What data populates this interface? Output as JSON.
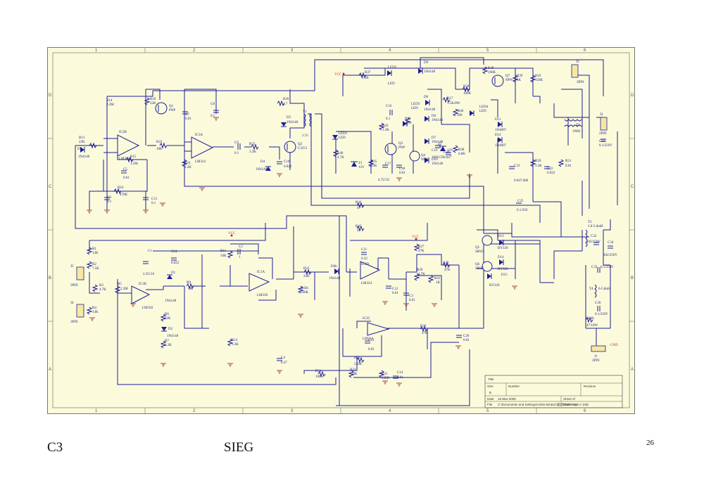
{
  "footer": {
    "left": "C3",
    "center": "SIEG",
    "page": "26"
  },
  "zones": {
    "cols": [
      "1",
      "2",
      "3",
      "4",
      "5",
      "6"
    ],
    "rows": [
      "D",
      "C",
      "B",
      "A"
    ]
  },
  "power": {
    "vcc": "VCC",
    "gnd": "GND"
  },
  "ics": {
    "ic2b": {
      "ref": "IC2B",
      "part": "LM324"
    },
    "ic3a": {
      "ref": "IC3A",
      "part": "LM324"
    },
    "ic1b": {
      "ref": "IC1B",
      "part": "LM358"
    },
    "ic1a": {
      "ref": "IC1A",
      "part": "LM358"
    },
    "ic2d": {
      "ref": "IC2D",
      "part": "LM324"
    },
    "ic2c": {
      "ref": "IC2C",
      "part": "LM324"
    }
  },
  "transistors": [
    {
      "ref": "Q1",
      "type": "PNP"
    },
    {
      "ref": "Q2",
      "type": "C3551"
    },
    {
      "ref": "Q3",
      "type": "PNP"
    },
    {
      "ref": "Q4",
      "type": "9638"
    },
    {
      "ref": "Q7",
      "type": "NPN"
    },
    {
      "ref": "Q5",
      "type": "S8025"
    },
    {
      "ref": "Q6",
      "type": "S8025"
    }
  ],
  "connectors": [
    {
      "ref": "J3",
      "part": "2PIN"
    },
    {
      "ref": "J2",
      "part": "2PIN"
    },
    {
      "ref": "J5",
      "part": "3PIN"
    },
    {
      "ref": "J4",
      "part": "3PIN"
    },
    {
      "ref": "J1",
      "part": "2PIN"
    }
  ],
  "transformers": [
    {
      "ref": "T1",
      "value": "1:15"
    },
    {
      "ref": "T2",
      "value": "1N60"
    },
    {
      "ref": "T3",
      "value": "2.0-5.0mH"
    },
    {
      "ref": "T4",
      "value": "0-5.8mH"
    }
  ],
  "diodes": [
    {
      "ref": "D3",
      "part": "1N4148"
    },
    {
      "ref": "D5",
      "part": "1N4148"
    },
    {
      "ref": "D4",
      "part": "1N4148"
    },
    {
      "ref": "D9",
      "part": "1N4148"
    },
    {
      "ref": "D8",
      "part": "1N4148"
    },
    {
      "ref": "D6",
      "part": "1N4148"
    },
    {
      "ref": "D7",
      "part": "1N4148"
    },
    {
      "ref": "D10",
      "part": "1N4148"
    },
    {
      "ref": "D11",
      "part": "1N4007"
    },
    {
      "ref": "D12",
      "part": "1N4007"
    },
    {
      "ref": "D13",
      "part": "BY329"
    },
    {
      "ref": "D14",
      "part": "BY329"
    },
    {
      "ref": "D15",
      "part": "BY329"
    },
    {
      "ref": "D1",
      "part": "1N4148"
    },
    {
      "ref": "D2",
      "part": "1N4148"
    },
    {
      "ref": "D6b",
      "part": "1N4148"
    },
    {
      "ref": "Z1",
      "part": "12V"
    },
    {
      "ref": "Z2",
      "part": "12V"
    }
  ],
  "leds": [
    {
      "ref": "LED2",
      "part": "LED"
    },
    {
      "ref": "LED1",
      "part": "LED"
    },
    {
      "ref": "LED3",
      "part": "LED"
    },
    {
      "ref": "LED4",
      "part": "LED"
    }
  ],
  "resistors": [
    {
      "ref": "R14",
      "value": "2.2M"
    },
    {
      "ref": "R18",
      "value": "22K"
    },
    {
      "ref": "R13",
      "value": "22K"
    },
    {
      "ref": "R15",
      "value": "1.5M"
    },
    {
      "ref": "R22",
      "value": "10K"
    },
    {
      "ref": "R24",
      "value": "2.2K"
    },
    {
      "ref": "R26",
      "value": "4.7"
    },
    {
      "ref": "R25",
      "value": "3.3K"
    },
    {
      "ref": "R16",
      "value": "470K"
    },
    {
      "ref": "R37",
      "value": "1.5K"
    },
    {
      "ref": "R43",
      "value": "3.3K"
    },
    {
      "ref": "R40",
      "value": "4.7K"
    },
    {
      "ref": "R35",
      "value": "22K"
    },
    {
      "ref": "R44",
      "value": "100"
    },
    {
      "ref": "R17",
      "value": "1.5K/8W"
    },
    {
      "ref": "R50",
      "value": "100K"
    },
    {
      "ref": "R49",
      "value": "100K"
    },
    {
      "ref": "R39",
      "value": "1K"
    },
    {
      "ref": "R19",
      "value": "150K"
    },
    {
      "ref": "R46",
      "value": "200"
    },
    {
      "ref": "R38",
      "value": "6.8K"
    },
    {
      "ref": "R20",
      "value": "3.3K"
    },
    {
      "ref": "R21",
      "value": "0.01"
    },
    {
      "ref": "R42",
      "value": "47"
    },
    {
      "ref": "R45",
      "value": "47"
    },
    {
      "ref": "R1",
      "value": "13K"
    },
    {
      "ref": "R2",
      "value": "7.5K"
    },
    {
      "ref": "R3",
      "value": "4.7K"
    },
    {
      "ref": "R4",
      "value": "13K"
    },
    {
      "ref": "R5",
      "value": "2.2M"
    },
    {
      "ref": "R9",
      "value": "1M"
    },
    {
      "ref": "R11",
      "value": "56K"
    },
    {
      "ref": "R6",
      "value": "22K"
    },
    {
      "ref": "R7",
      "value": "3.3K"
    },
    {
      "ref": "R12",
      "value": "3.3K"
    },
    {
      "ref": "R23",
      "value": "22K"
    },
    {
      "ref": "R43b",
      "value": "560K"
    },
    {
      "ref": "R27",
      "value": "47K"
    },
    {
      "ref": "R29",
      "value": "4.7K"
    },
    {
      "ref": "R28",
      "value": "47K"
    },
    {
      "ref": "R41",
      "value": "1K"
    },
    {
      "ref": "R30",
      "value": "47K"
    },
    {
      "ref": "R32",
      "value": "2.2M"
    },
    {
      "ref": "R33",
      "value": "10K"
    },
    {
      "ref": "R34",
      "value": "100K"
    },
    {
      "ref": "R31",
      "value": "200K"
    },
    {
      "ref": "R44b",
      "value": "47/10W"
    }
  ],
  "capacitors": [
    {
      "ref": "C7",
      "value": "0.01"
    },
    {
      "ref": "C8",
      "value": "0.1"
    },
    {
      "ref": "C9",
      "value": "0.1"
    },
    {
      "ref": "C10",
      "value": "0.022"
    },
    {
      "ref": "C5",
      "value": "0.01"
    },
    {
      "ref": "C6",
      "value": "0.1"
    },
    {
      "ref": "C15",
      "value": "0.1"
    },
    {
      "ref": "C16",
      "value": "0.1"
    },
    {
      "ref": "C17",
      "value": "4.7U/35"
    },
    {
      "ref": "C18",
      "value": "0.01"
    },
    {
      "ref": "C19",
      "value": "100U/35"
    },
    {
      "ref": "C20",
      "value": "0.047"
    },
    {
      "ref": "C21",
      "value": "0.1/250V"
    },
    {
      "ref": "C22",
      "value": "0.022"
    },
    {
      "ref": "C23",
      "value": "0.047/400"
    },
    {
      "ref": "C25",
      "value": "0.1/250"
    },
    {
      "ref": "C1",
      "value": "2.2U/16"
    },
    {
      "ref": "C24",
      "value": "0.022"
    },
    {
      "ref": "C2",
      "value": "1"
    },
    {
      "ref": "C11",
      "value": "0.33"
    },
    {
      "ref": "C12",
      "value": "0.01"
    },
    {
      "ref": "C3",
      "value": "0.01"
    },
    {
      "ref": "C26",
      "value": "0.01"
    },
    {
      "ref": "C13",
      "value": "0.01"
    },
    {
      "ref": "C14",
      "value": "0.01"
    },
    {
      "ref": "C4",
      "value": "0.47"
    },
    {
      "ref": "C32",
      "value": "102/250V"
    },
    {
      "ref": "C33",
      "value": "0.1/250V"
    },
    {
      "ref": "C34",
      "value": "102/250V"
    },
    {
      "ref": "C30",
      "value": "0.1/250V"
    }
  ],
  "title_block": {
    "title": "Title",
    "size_label": "Size",
    "size": "B",
    "number_label": "Number",
    "revision_label": "Revision",
    "date_label": "Date",
    "date": "16-Mar-2006",
    "sheet_label": "Sheet  of",
    "file_label": "File",
    "file": "C:\\Documents and Settings\\Administrator\\桌面\\SMT-2315-C.Ddb",
    "drawn_label": "Drawn By:"
  }
}
